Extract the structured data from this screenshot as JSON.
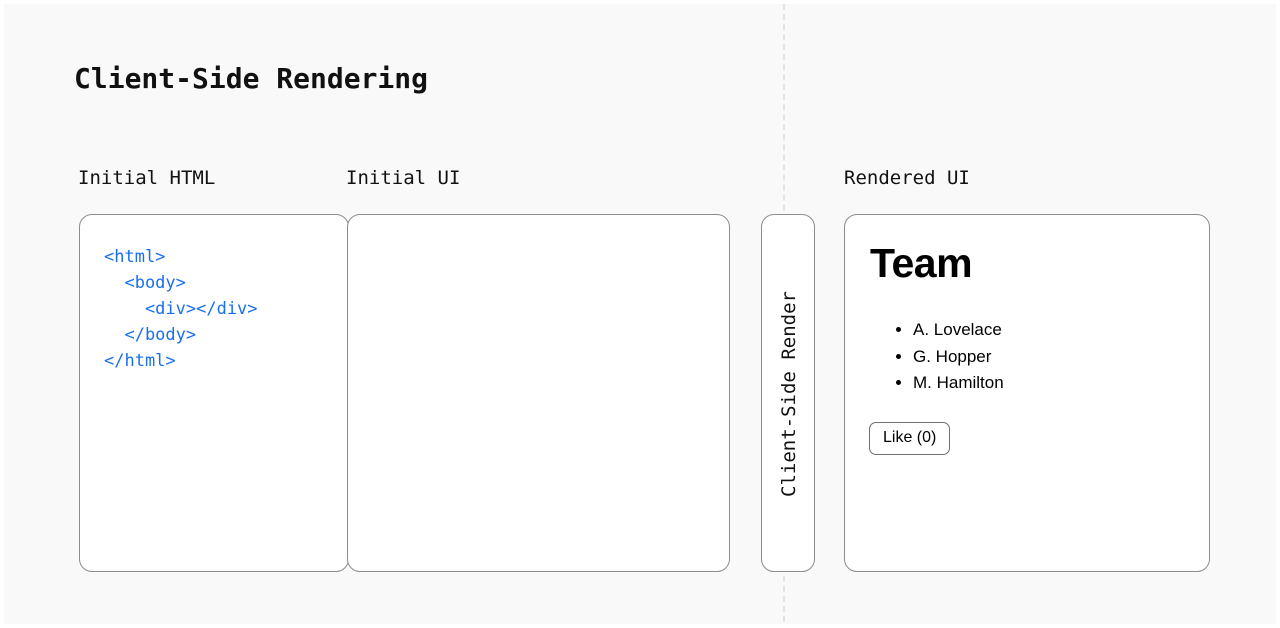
{
  "page": {
    "title": "Client-Side Rendering",
    "background_color": "#f9f9f9",
    "divider_color": "#e3e3e3"
  },
  "columns": {
    "initial_html_caption": "Initial HTML",
    "initial_ui_caption": "Initial UI",
    "rendered_ui_caption": "Rendered UI"
  },
  "code_panel": {
    "code": "<html>\n  <body>\n    <div></div>\n  </body>\n</html>",
    "code_color": "#1a6ff0"
  },
  "initial_ui_panel": {
    "content": ""
  },
  "render_step": {
    "label": "Client-Side Render",
    "orientation": "vertical-bottom-to-top"
  },
  "rendered_ui": {
    "heading": "Team",
    "list": [
      "A. Lovelace",
      "G. Hopper",
      "M. Hamilton"
    ],
    "button_label": "Like (0)",
    "like_count": 0
  }
}
